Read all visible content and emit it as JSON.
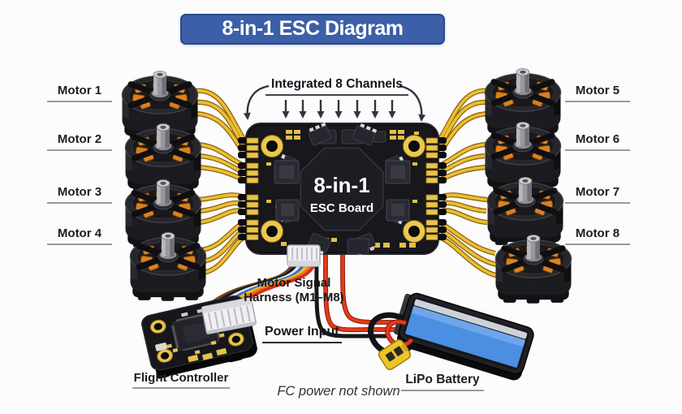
{
  "title": "8-in-1 ESC Diagram",
  "motors_left": [
    {
      "label": "Motor 1"
    },
    {
      "label": "Motor 2"
    },
    {
      "label": "Motor 3"
    },
    {
      "label": "Motor 4"
    }
  ],
  "motors_right": [
    {
      "label": "Motor 5"
    },
    {
      "label": "Motor 6"
    },
    {
      "label": "Motor 7"
    },
    {
      "label": "Motor 8"
    }
  ],
  "esc_board": {
    "line1": "8-in-1",
    "line2": "ESC Board"
  },
  "annotations": {
    "channels": "Integrated 8 Channels",
    "harness_line1": "Motor Signal",
    "harness_line2": "Harness (M1–M8)",
    "power_input": "Power Input",
    "flight_controller": "Flight Controller",
    "lipo_battery": "LiPo Battery",
    "footnote": "FC power not shown"
  },
  "colors": {
    "background": "#fcfcfd",
    "banner_blue": "#3c5fa7",
    "banner_border": "#2b4a8c",
    "motor_wire_yellow": "#edbe32",
    "power_wire_red": "#e63a1a",
    "power_wire_black": "#17171a",
    "battery_label_blue": "#4b8fe2",
    "pcb_black": "#17171c",
    "pad_gold": "#e9c44c",
    "xt60_yellow": "#edc428"
  }
}
